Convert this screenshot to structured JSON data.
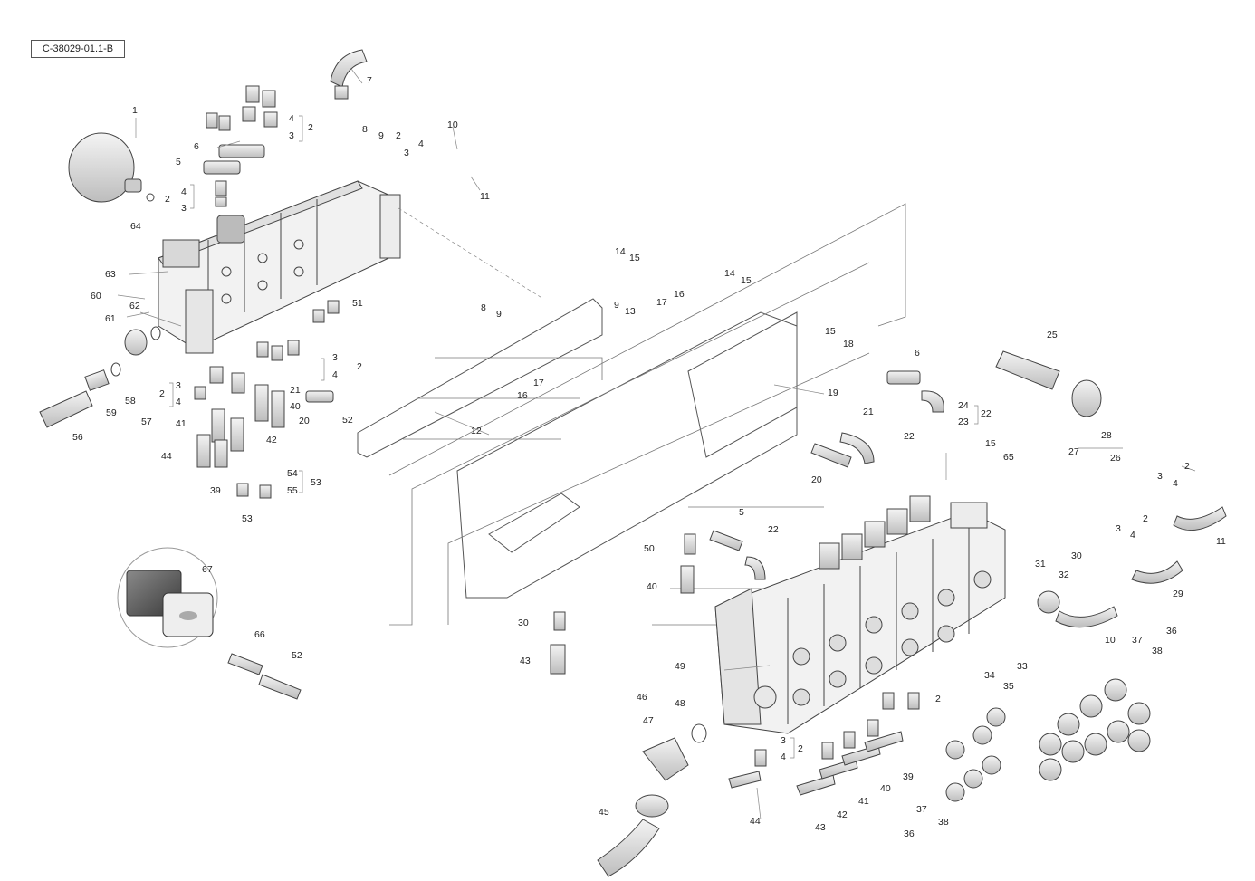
{
  "drawing_ref": "C-38029-01.1-B",
  "callouts": {
    "c1": "1",
    "c2a": "2",
    "c2b": "2",
    "c2c": "2",
    "c2d": "2",
    "c2e": "2",
    "c2f": "2",
    "c2g": "2",
    "c2h": "2",
    "c2i": "2",
    "c3a": "3",
    "c3b": "3",
    "c3c": "3",
    "c3d": "3",
    "c3e": "3",
    "c3f": "3",
    "c3g": "3",
    "c3h": "3",
    "c4a": "4",
    "c4b": "4",
    "c4c": "4",
    "c4d": "4",
    "c4e": "4",
    "c4f": "4",
    "c4g": "4",
    "c4h": "4",
    "c5a": "5",
    "c5b": "5",
    "c6a": "6",
    "c6b": "6",
    "c7": "7",
    "c8a": "8",
    "c8b": "8",
    "c9a": "9",
    "c9b": "9",
    "c9c": "9",
    "c10a": "10",
    "c10b": "10",
    "c11a": "11",
    "c11b": "11",
    "c12": "12",
    "c13": "13",
    "c14a": "14",
    "c14b": "14",
    "c15a": "15",
    "c15b": "15",
    "c15c": "15",
    "c15d": "15",
    "c16a": "16",
    "c16b": "16",
    "c17a": "17",
    "c17b": "17",
    "c18": "18",
    "c19": "19",
    "c20a": "20",
    "c20b": "20",
    "c21a": "21",
    "c21b": "21",
    "c22a": "22",
    "c22b": "22",
    "c22c": "22",
    "c23": "23",
    "c24": "24",
    "c25": "25",
    "c26": "26",
    "c27": "27",
    "c28": "28",
    "c29": "29",
    "c30a": "30",
    "c30b": "30",
    "c31": "31",
    "c32": "32",
    "c33": "33",
    "c34": "34",
    "c35": "35",
    "c36a": "36",
    "c36b": "36",
    "c37a": "37",
    "c37b": "37",
    "c38a": "38",
    "c38b": "38",
    "c39a": "39",
    "c39b": "39",
    "c40a": "40",
    "c40b": "40",
    "c41a": "41",
    "c41b": "41",
    "c42a": "42",
    "c42b": "42",
    "c43a": "43",
    "c43b": "43",
    "c44a": "44",
    "c44b": "44",
    "c45": "45",
    "c46": "46",
    "c47": "47",
    "c48": "48",
    "c49": "49",
    "c50": "50",
    "c51": "51",
    "c52a": "52",
    "c52b": "52",
    "c53a": "53",
    "c53b": "53",
    "c54": "54",
    "c55": "55",
    "c56": "56",
    "c57": "57",
    "c58": "58",
    "c59": "59",
    "c60": "60",
    "c61": "61",
    "c62": "62",
    "c63": "63",
    "c64": "64",
    "c65": "65",
    "c66": "66",
    "c67": "67"
  }
}
